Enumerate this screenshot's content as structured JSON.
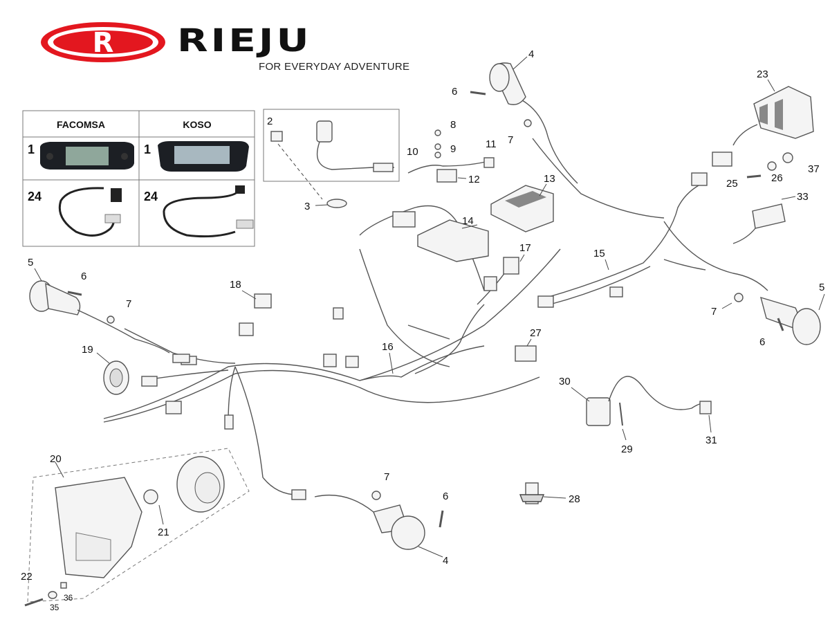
{
  "brand": {
    "logo_letter": "R",
    "name": "RIEJU",
    "tagline": "FOR EVERYDAY ADVENTURE",
    "colors": {
      "red": "#e3171f",
      "black": "#111111"
    }
  },
  "dashboard_table": {
    "headers": [
      "FACOMSA",
      "KOSO"
    ],
    "row1_part": "1",
    "row2_part": "24"
  },
  "callouts": {
    "ignition_box_part": "2",
    "p3": "3",
    "p4_top": "4",
    "p4_bottom": "4",
    "p5_left": "5",
    "p5_right": "5",
    "p6_top": "6",
    "p6_left": "6",
    "p6_right": "6",
    "p6_bottom": "6",
    "p7_top": "7",
    "p7_left": "7",
    "p7_right": "7",
    "p7_bottom": "7",
    "p8": "8",
    "p9": "9",
    "p10": "10",
    "p11": "11",
    "p12": "12",
    "p13": "13",
    "p14": "14",
    "p15": "15",
    "p16": "16",
    "p17": "17",
    "p18": "18",
    "p19": "19",
    "p20": "20",
    "p21": "21",
    "p22": "22",
    "p23": "23",
    "p25": "25",
    "p26": "26",
    "p27": "27",
    "p28": "28",
    "p29": "29",
    "p30": "30",
    "p31": "31",
    "p33": "33",
    "p35": "35",
    "p36": "36",
    "p37": "37"
  }
}
